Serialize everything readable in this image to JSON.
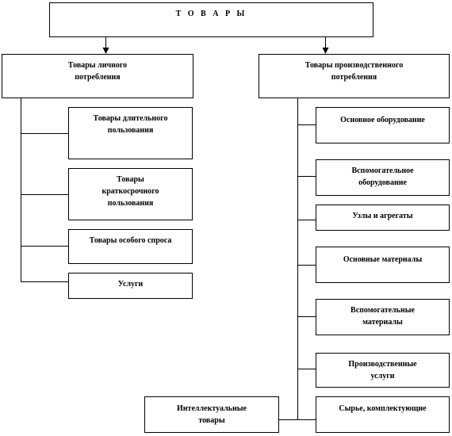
{
  "root": {
    "label": "Т О В А Р Ы"
  },
  "left": {
    "header": "Товары личного\nпотребления",
    "items": [
      "Товары длительного\nпользования",
      "Товары\nкраткосрочного\nпользования",
      "Товары особого спроса",
      "Услуги"
    ]
  },
  "right": {
    "header": "Товары производственного\nпотребления",
    "items": [
      "Основное оборудование",
      "Вспомогательное\nоборудование",
      "Узлы и агрегаты",
      "Основные материалы",
      "Вспомогательные\nматериалы",
      "Производственные\nуслуги",
      "Сырье, комплектующие"
    ]
  },
  "extra": {
    "label": "Интеллектуальные\nтовары"
  }
}
